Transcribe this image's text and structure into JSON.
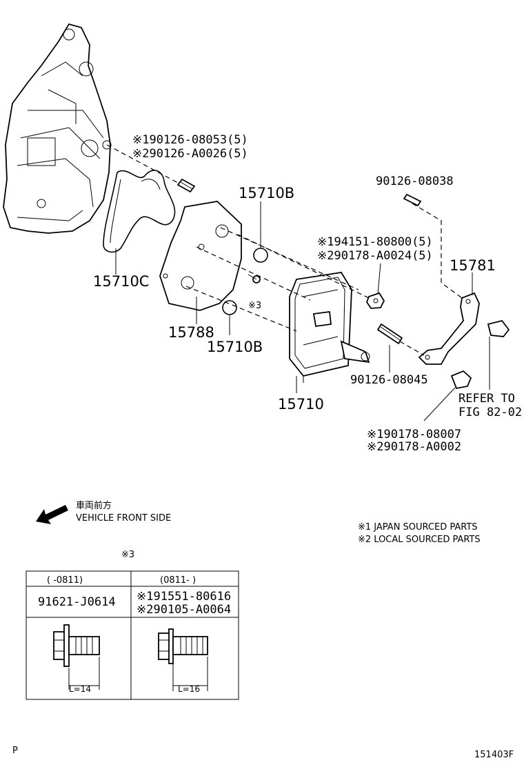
{
  "callouts": {
    "bolt_top_1": "※190126-08053(5)",
    "bolt_top_2": "※290126-A0026(5)",
    "stud_right": "90126-08038",
    "oring_upper": "15710B",
    "nut_1": "※194151-80800(5)",
    "nut_2": "※290178-A0024(5)",
    "bracket": "15781",
    "gasket_c": "15710C",
    "bolt_ref": "※3",
    "gasket": "15788",
    "oring_lower": "15710B",
    "stud_lower": "90126-08045",
    "cooler": "15710",
    "refer_1": "REFER TO",
    "refer_2": "FIG 82-02",
    "nut2_1": "※190178-08007",
    "nut2_2": "※290178-A0002"
  },
  "orientation": {
    "jp": "車両前方",
    "en": "VEHICLE FRONT SIDE"
  },
  "legend": {
    "item1": "※1 JAPAN SOURCED PARTS",
    "item2": "※2 LOCAL SOURCED PARTS"
  },
  "bolt_table": {
    "ref": "※3",
    "col1_range": "(     -0811)",
    "col2_range": "(0811-     )",
    "col1_part": "91621-J0614",
    "col2_part_1": "※191551-80616",
    "col2_part_2": "※290105-A0064",
    "col1_length": "L=14",
    "col2_length": "L=16"
  },
  "footer": {
    "left_mark": "P",
    "figure_id": "151403F"
  }
}
